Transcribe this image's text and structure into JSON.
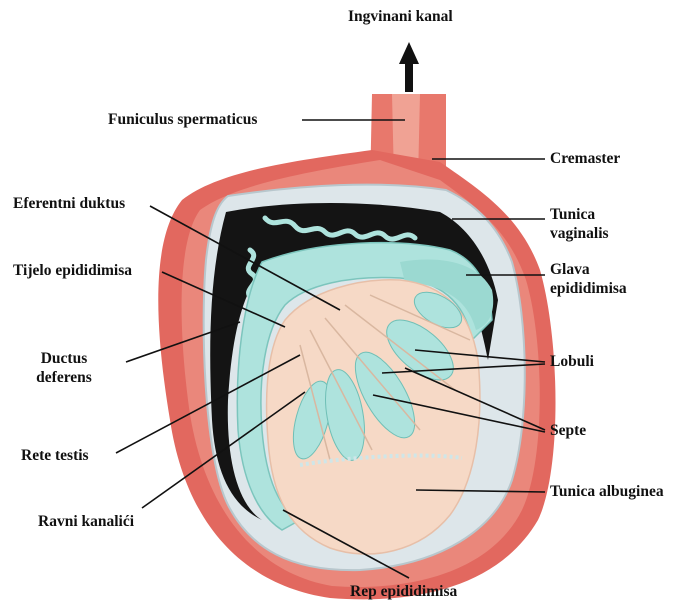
{
  "colors": {
    "muscle": "#e2685f",
    "muscle_light": "#efa397",
    "vaginalis": "#dde6ea",
    "tubules": "#aee3dd",
    "black_cavity": "#141414",
    "testis": "#f6d9c6",
    "label_text": "#111111"
  },
  "icons": {
    "arrow": "up-arrow-icon"
  },
  "labels": {
    "ingvinani_kanal": "Ingvinani kanal",
    "funiculus": "Funiculus spermaticus",
    "cremaster": "Cremaster",
    "eferentni": "Eferentni duktus",
    "tunica_vaginalis_1": "Tunica",
    "tunica_vaginalis_2": "vaginalis",
    "tijelo": "Tijelo epididimisa",
    "glava_1": "Glava",
    "glava_2": "epididimisa",
    "ductus_1": "Ductus",
    "ductus_2": "deferens",
    "lobuli": "Lobuli",
    "rete": "Rete testis",
    "septe": "Septe",
    "tunica_albuginea": "Tunica albuginea",
    "ravni": "Ravni kanalići",
    "rep": "Rep epididimisa"
  }
}
